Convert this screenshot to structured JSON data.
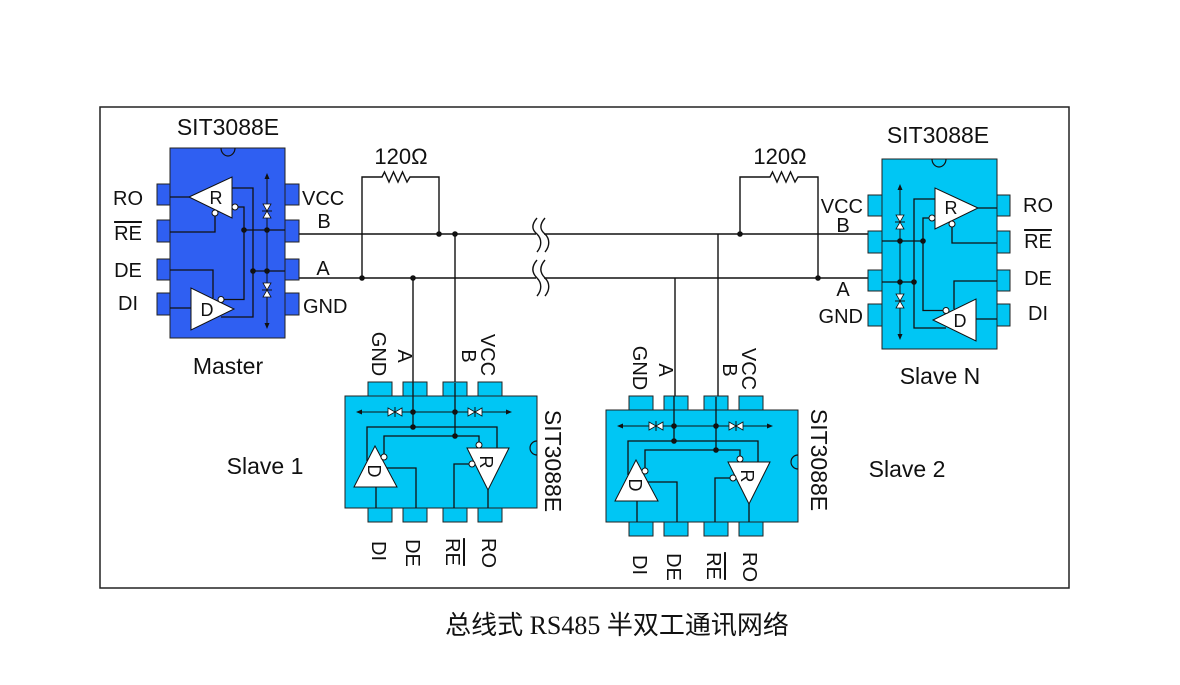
{
  "caption": "总线式 RS485 半双工通讯网络",
  "colors": {
    "master_chip": "#2f5ff2",
    "slave_chip": "#00c6f4",
    "wire": "#111111"
  },
  "termination_resistors": [
    "120Ω",
    "120Ω"
  ],
  "master": {
    "part": "SIT3088E",
    "label": "Master",
    "receiver": "R",
    "driver": "D",
    "left_pins": [
      "RO",
      "RE",
      "DE",
      "DI"
    ],
    "right_pins": [
      "VCC",
      "B",
      "A",
      "GND"
    ]
  },
  "slave_n": {
    "part": "SIT3088E",
    "label": "Slave N",
    "receiver": "R",
    "driver": "D",
    "left_pins": [
      "VCC",
      "B",
      "A",
      "GND"
    ],
    "right_pins": [
      "RO",
      "RE",
      "DE",
      "DI"
    ]
  },
  "slave_1": {
    "part": "SIT3088E",
    "label": "Slave 1",
    "receiver": "R",
    "driver": "D",
    "top_pins": [
      "GND",
      "A",
      "B",
      "VCC"
    ],
    "bottom_pins": [
      "DI",
      "DE",
      "RE",
      "RO"
    ]
  },
  "slave_2": {
    "part": "SIT3088E",
    "label": "Slave 2",
    "receiver": "R",
    "driver": "D",
    "top_pins": [
      "GND",
      "A",
      "B",
      "VCC"
    ],
    "bottom_pins": [
      "DI",
      "DE",
      "RE",
      "RO"
    ]
  },
  "active_low_pins": [
    "RE"
  ]
}
